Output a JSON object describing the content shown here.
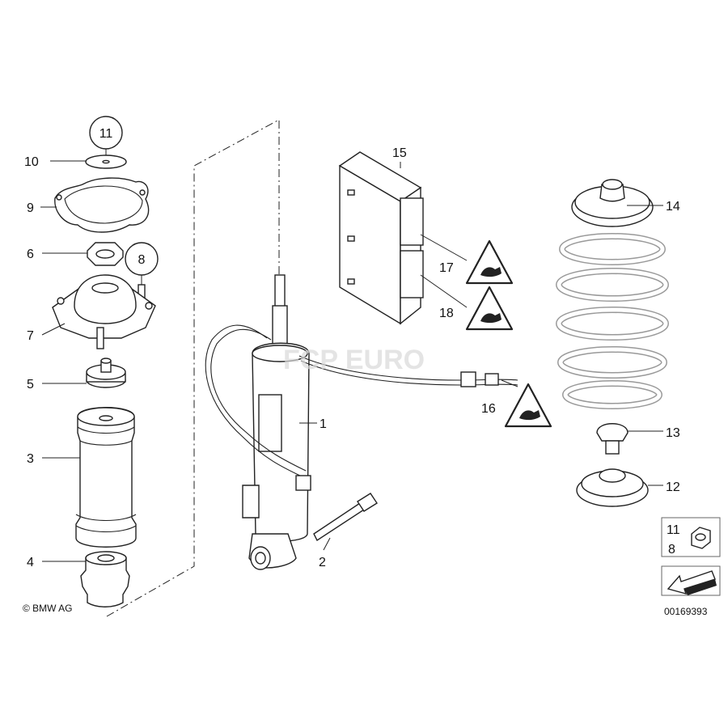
{
  "callouts": {
    "c1": "1",
    "c2": "2",
    "c3": "3",
    "c4": "4",
    "c5": "5",
    "c6": "6",
    "c7": "7",
    "c8": "8",
    "c9": "9",
    "c10": "10",
    "c11": "11",
    "c12": "12",
    "c13": "13",
    "c14": "14",
    "c15": "15",
    "c16": "16",
    "c17": "17",
    "c18": "18"
  },
  "legend": {
    "top": "11",
    "bottom": "8"
  },
  "copyright": "© BMW AG",
  "diagram_number": "00169393",
  "watermark": "FCP EURO"
}
